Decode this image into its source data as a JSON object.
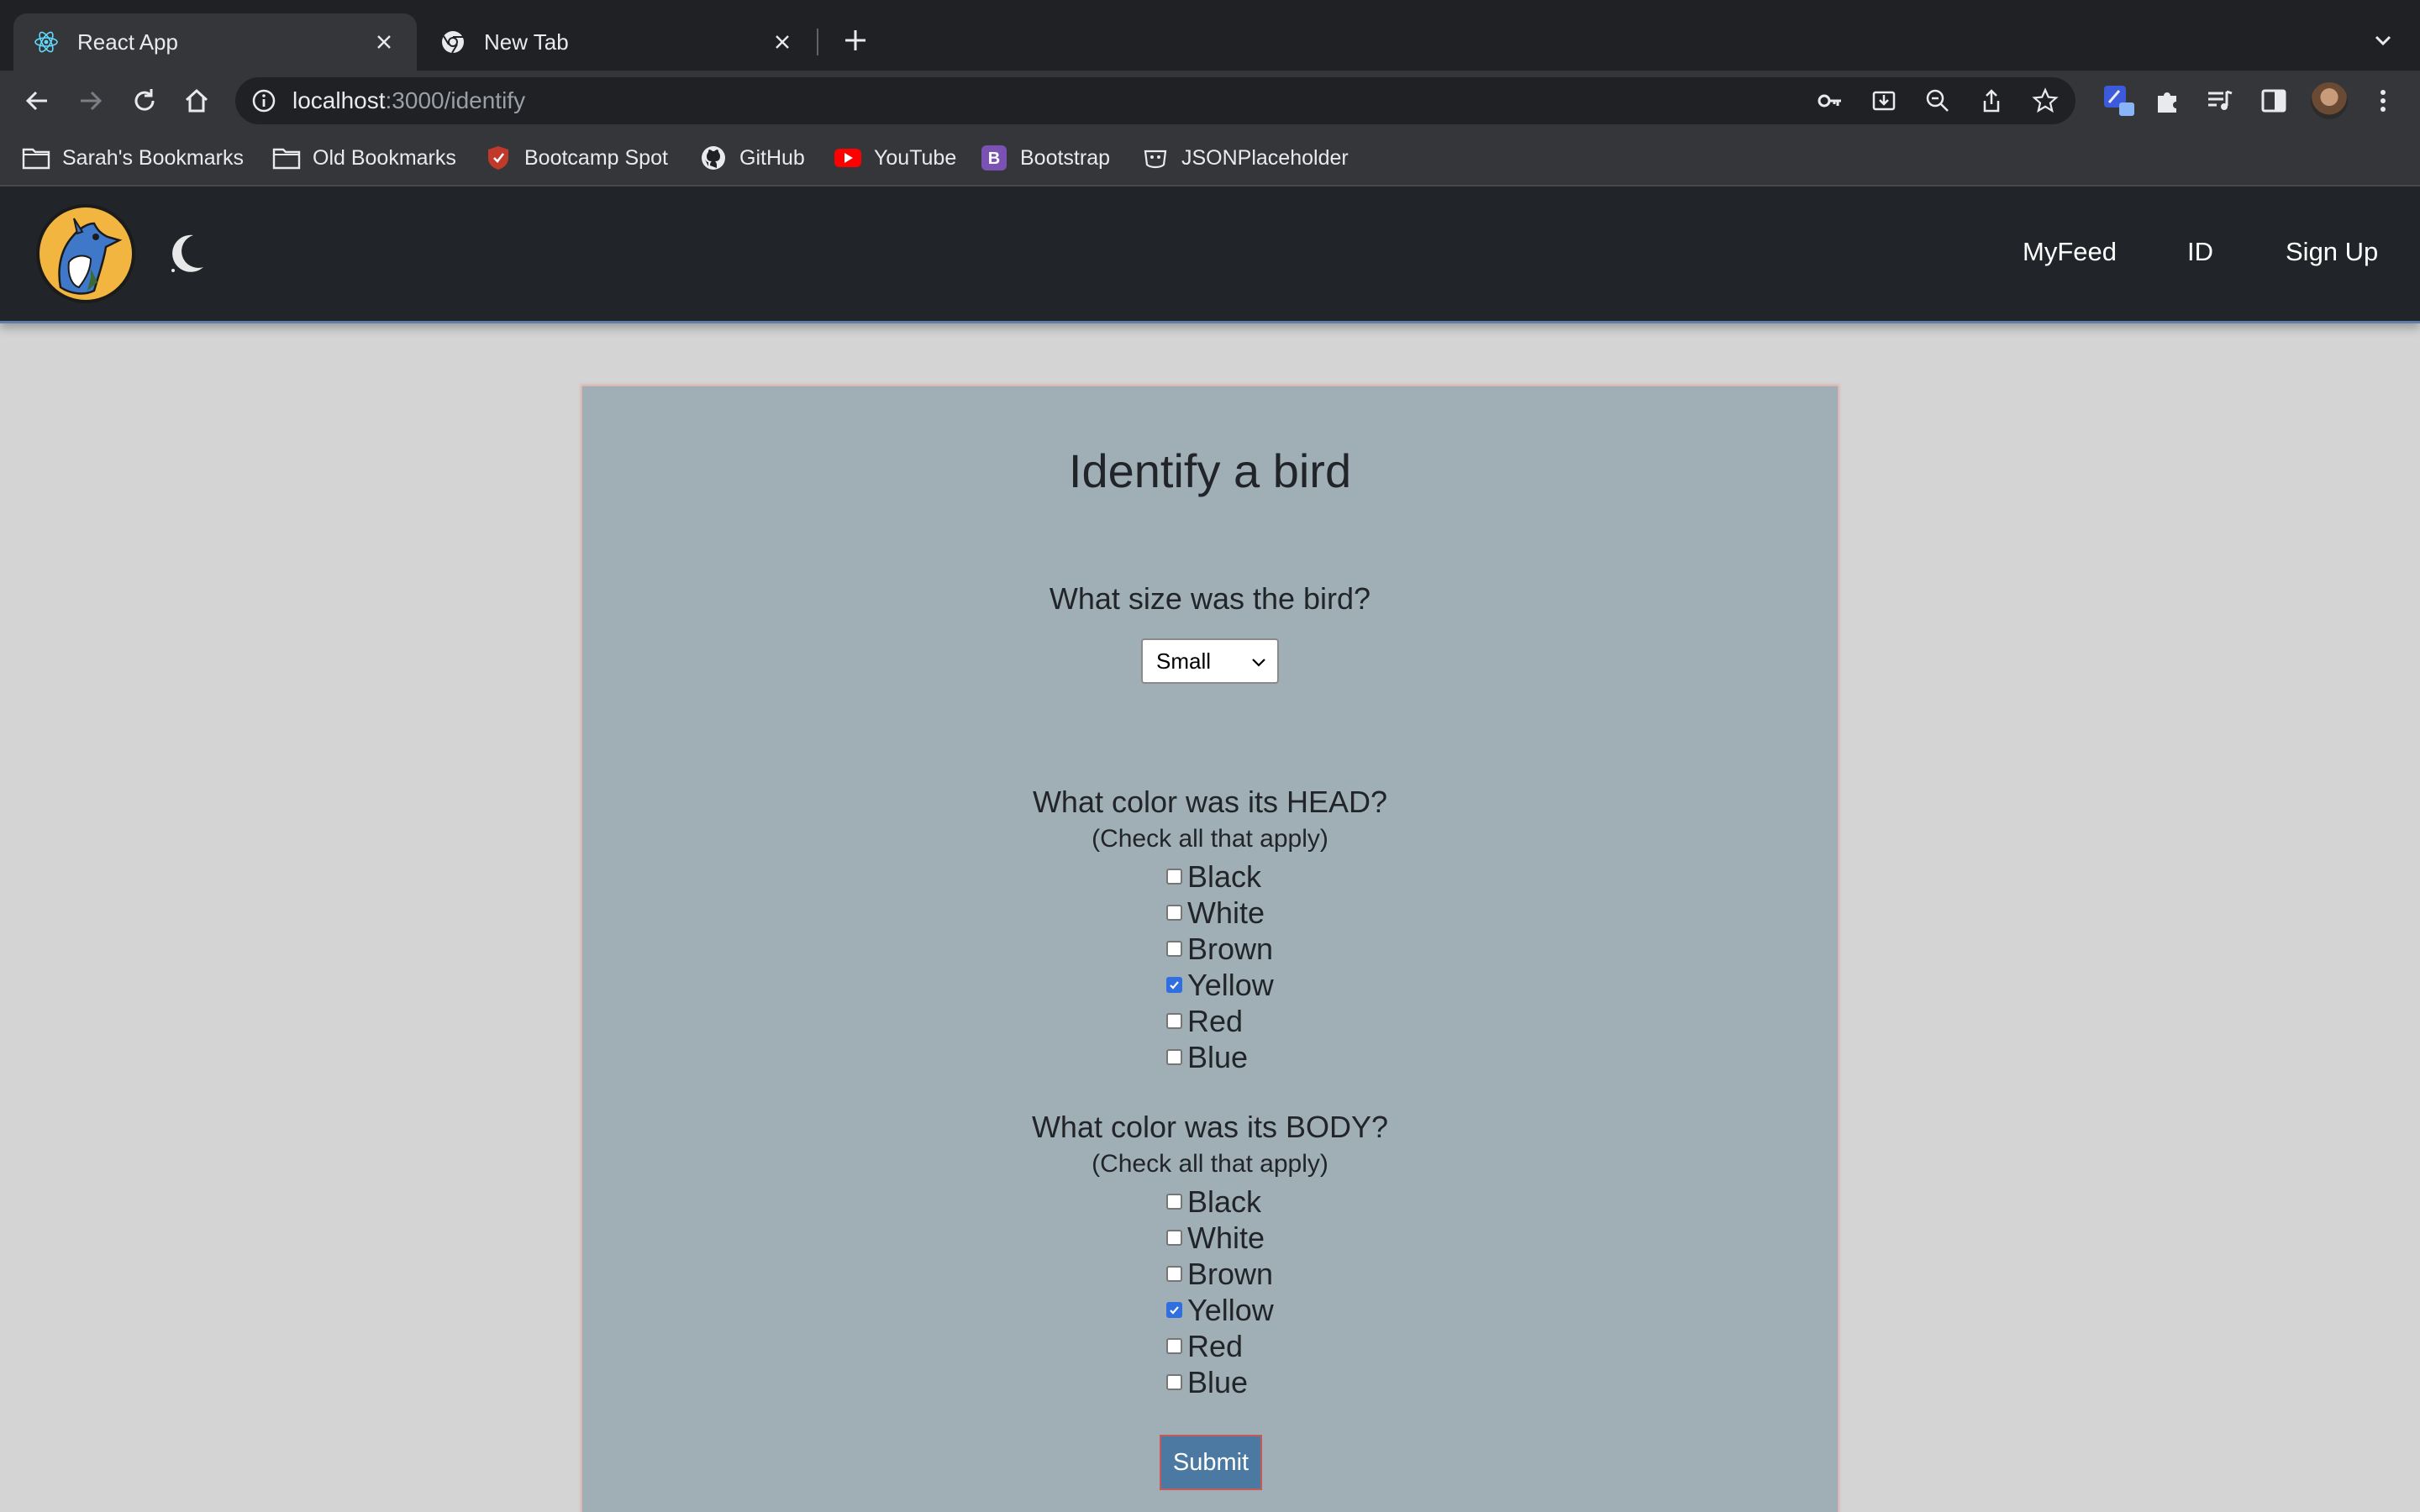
{
  "browser": {
    "tabs": [
      {
        "title": "React App",
        "icon": "react-icon",
        "active": true
      },
      {
        "title": "New Tab",
        "icon": "chrome-icon",
        "active": false
      }
    ],
    "url": {
      "host": "localhost",
      "path": ":3000/identify"
    },
    "bookmarks": [
      {
        "label": "Sarah's Bookmarks",
        "icon": "folder-icon"
      },
      {
        "label": "Old Bookmarks",
        "icon": "folder-icon"
      },
      {
        "label": "Bootcamp Spot",
        "icon": "shield-icon"
      },
      {
        "label": "GitHub",
        "icon": "github-icon"
      },
      {
        "label": "YouTube",
        "icon": "youtube-icon"
      },
      {
        "label": "Bootstrap",
        "icon": "bootstrap-icon"
      },
      {
        "label": "JSONPlaceholder",
        "icon": "jsonplaceholder-icon"
      }
    ]
  },
  "navbar": {
    "links": [
      "MyFeed",
      "ID",
      "Sign Up"
    ],
    "theme_toggle_icon": "moon-icon"
  },
  "form": {
    "title": "Identify a bird",
    "size_question": "What size was the bird?",
    "size_selected": "Small",
    "head_question": "What color was its HEAD?",
    "head_hint": "(Check all that apply)",
    "head_options": [
      {
        "label": "Black",
        "checked": false
      },
      {
        "label": "White",
        "checked": false
      },
      {
        "label": "Brown",
        "checked": false
      },
      {
        "label": "Yellow",
        "checked": true
      },
      {
        "label": "Red",
        "checked": false
      },
      {
        "label": "Blue",
        "checked": false
      }
    ],
    "body_question": "What color was its BODY?",
    "body_hint": "(Check all that apply)",
    "body_options": [
      {
        "label": "Black",
        "checked": false
      },
      {
        "label": "White",
        "checked": false
      },
      {
        "label": "Brown",
        "checked": false
      },
      {
        "label": "Yellow",
        "checked": true
      },
      {
        "label": "Red",
        "checked": false
      },
      {
        "label": "Blue",
        "checked": false
      }
    ],
    "submit_label": "Submit"
  },
  "colors": {
    "navbar_bg": "#212529",
    "card_bg": "#a0afb6",
    "submit_bg": "#4b79a1",
    "checkbox_checked": "#2f6fe0"
  }
}
